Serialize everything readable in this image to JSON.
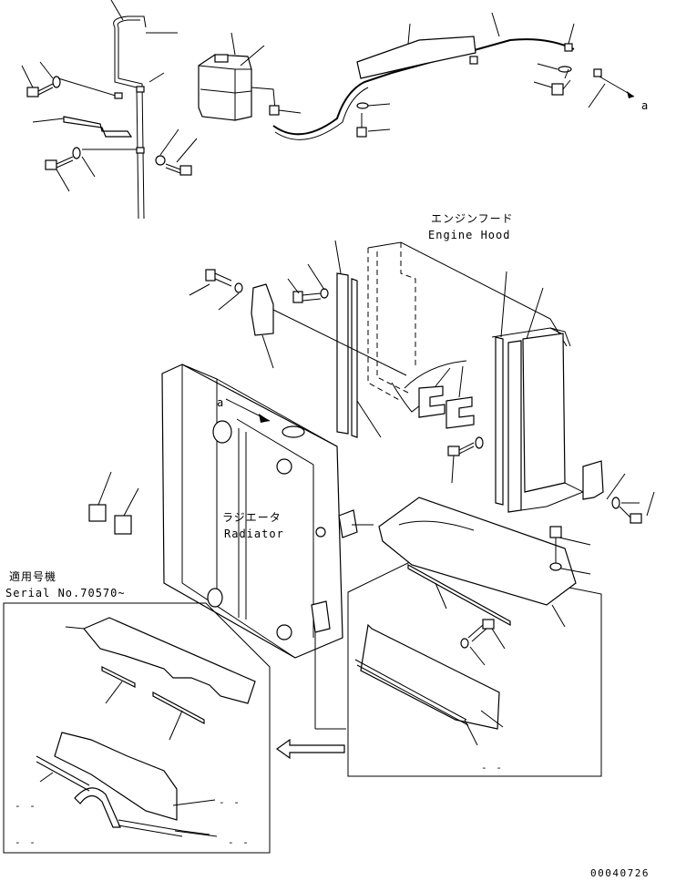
{
  "labels": {
    "engine_hood_jp": "エンジンフード",
    "engine_hood_en": "Engine Hood",
    "radiator_jp": "ラジエータ",
    "radiator_en": "Radiator",
    "applicable_serial_jp": "適用号機",
    "applicable_serial_en": "Serial No.70570~",
    "ref_a_top": "a",
    "ref_a_mid": "a",
    "drawing_number": "00040726"
  }
}
